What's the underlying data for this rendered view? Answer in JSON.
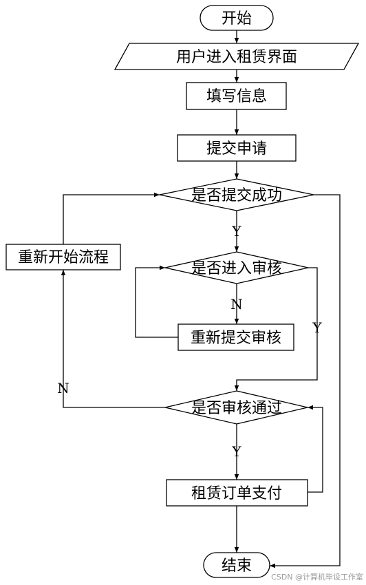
{
  "nodes": {
    "start": "开始",
    "user_enter": "用户进入租赁界面",
    "fill_info": "填写信息",
    "submit": "提交申请",
    "check_submit": "是否提交成功",
    "restart": "重新开始流程",
    "check_review": "是否进入审核",
    "resubmit": "重新提交审核",
    "check_pass": "是否审核通过",
    "pay": "租赁订单支付",
    "end": "结束"
  },
  "labels": {
    "yes": "Y",
    "no": "N"
  },
  "watermark": "CSDN @计算机毕设工作室"
}
